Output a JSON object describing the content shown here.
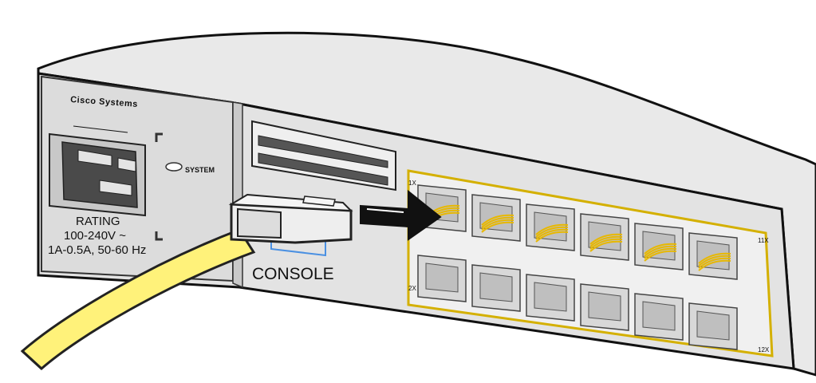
{
  "brand": {
    "name": "Cisco Systems"
  },
  "power": {
    "rating_title": "RATING",
    "voltage": "100-240V ~",
    "current": "1A-0.5A, 50-60 Hz"
  },
  "system_led": {
    "label": "SYSTEM"
  },
  "console": {
    "label": "CONSOLE"
  },
  "ports": {
    "top_left": "1X",
    "bottom_left": "2X",
    "top_right": "11X",
    "bottom_right": "12X",
    "columns": 6
  },
  "colors": {
    "chassis": "#e6e6e6",
    "panel": "#dadada",
    "cable": "#fff27a",
    "port_frame": "#d4b000",
    "contacts": "#e8b800",
    "arrow": "#111111"
  }
}
